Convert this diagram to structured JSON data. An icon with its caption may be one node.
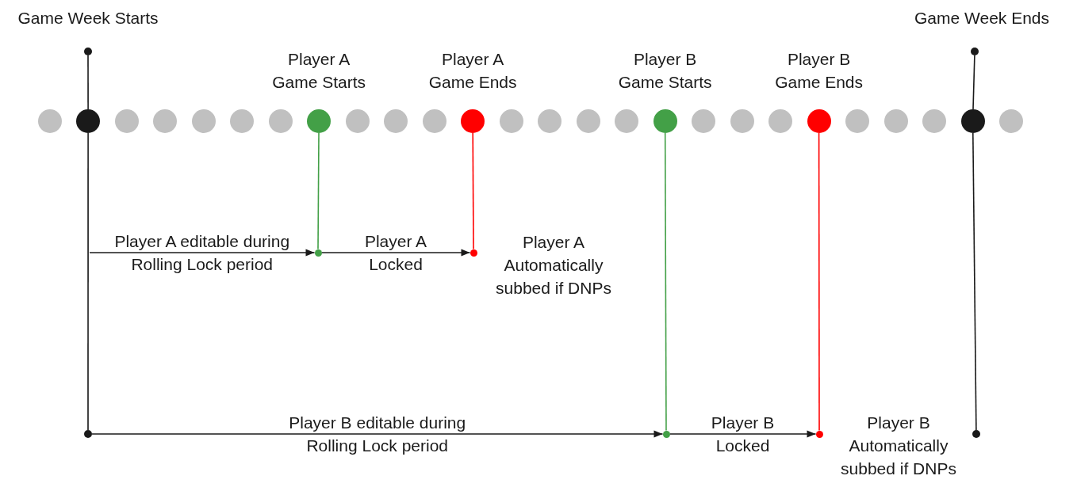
{
  "diagram": {
    "nodes": [
      {
        "text": [],
        "shape": "circle",
        "beside": [
          "Game Week Starts"
        ]
      },
      {
        "text": [],
        "shape": "circle",
        "beside": [
          "Game Week Ends"
        ]
      },
      {
        "text": [],
        "shape": "circle"
      },
      {
        "text": [],
        "shape": "circle"
      },
      {
        "text": [],
        "shape": "circle"
      },
      {
        "text": [],
        "shape": "circle"
      },
      {
        "text": [],
        "shape": "circle"
      },
      {
        "text": [],
        "shape": "circle"
      },
      {
        "text": [],
        "shape": "circle"
      },
      {
        "text": [],
        "shape": "circle",
        "beside": [
          "Player A Game Starts"
        ]
      },
      {
        "text": [],
        "shape": "circle"
      },
      {
        "text": [],
        "shape": "circle"
      },
      {
        "text": [],
        "shape": "circle"
      },
      {
        "text": [],
        "shape": "circle",
        "beside": [
          "Player A Game Ends"
        ]
      },
      {
        "text": [],
        "shape": "circle"
      },
      {
        "text": [],
        "shape": "circle"
      },
      {
        "text": [],
        "shape": "circle"
      },
      {
        "text": [],
        "shape": "circle"
      },
      {
        "text": [],
        "shape": "circle",
        "beside": [
          "Player B Game Starts"
        ]
      },
      {
        "text": [],
        "shape": "circle"
      },
      {
        "text": [],
        "shape": "circle"
      },
      {
        "text": [],
        "shape": "circle"
      },
      {
        "text": [],
        "shape": "circle",
        "beside": [
          "Player B Game Ends"
        ]
      },
      {
        "text": [],
        "shape": "circle"
      },
      {
        "text": [],
        "shape": "circle"
      },
      {
        "text": [],
        "shape": "circle"
      },
      {
        "text": [],
        "shape": "circle"
      },
      {
        "text": [],
        "shape": "circle"
      },
      {
        "text": [],
        "shape": "circle"
      },
      {
        "text": [],
        "shape": "circle",
        "beside": [
          "Player A Automatically subbed if DNPs"
        ]
      },
      {
        "text": [],
        "shape": "circle"
      },
      {
        "text": [],
        "shape": "circle"
      },
      {
        "text": [],
        "shape": "circle",
        "beside": [
          "Player B Automatically subbed if DNPs"
        ]
      },
      {
        "text": [],
        "shape": "circle"
      }
    ],
    "edges": [
      {
        "from": 0,
        "to": 3,
        "arrow": "none"
      },
      {
        "from": 3,
        "to": 30,
        "arrow": "none"
      },
      {
        "from": 1,
        "to": 26,
        "arrow": "none"
      },
      {
        "from": 26,
        "to": 33,
        "arrow": "none"
      },
      {
        "from": 9,
        "to": 28,
        "arrow": "none",
        "color": "#43a047"
      },
      {
        "from": 13,
        "to": 29,
        "arrow": "none",
        "color": "#ff0000"
      },
      {
        "from": 18,
        "to": 31,
        "arrow": "none",
        "color": "#43a047"
      },
      {
        "from": 22,
        "to": 32,
        "arrow": "none",
        "color": "#ff0000"
      },
      {
        "from": null,
        "to": 28,
        "arrow": "to",
        "label": "Player A editable during Rolling Lock period"
      },
      {
        "from": 28,
        "to": 29,
        "arrow": "to",
        "label": "Player A Locked"
      },
      {
        "from": 30,
        "to": 31,
        "arrow": "to",
        "label": "Player B editable during Rolling Lock period"
      },
      {
        "from": 31,
        "to": 32,
        "arrow": "to",
        "label": "Player B Locked"
      }
    ]
  }
}
